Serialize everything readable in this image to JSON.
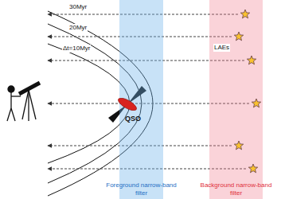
{
  "diagram": {
    "nodes": [
      {
        "text": [
          "Foreground narrow-band filter"
        ]
      },
      {
        "text": [
          "Background narrow-band filter"
        ]
      },
      {
        "text": [
          "QSO"
        ]
      }
    ],
    "labels": [
      "30Myr",
      "20Myr",
      "Δt=10Myr",
      "LAEs"
    ]
  }
}
